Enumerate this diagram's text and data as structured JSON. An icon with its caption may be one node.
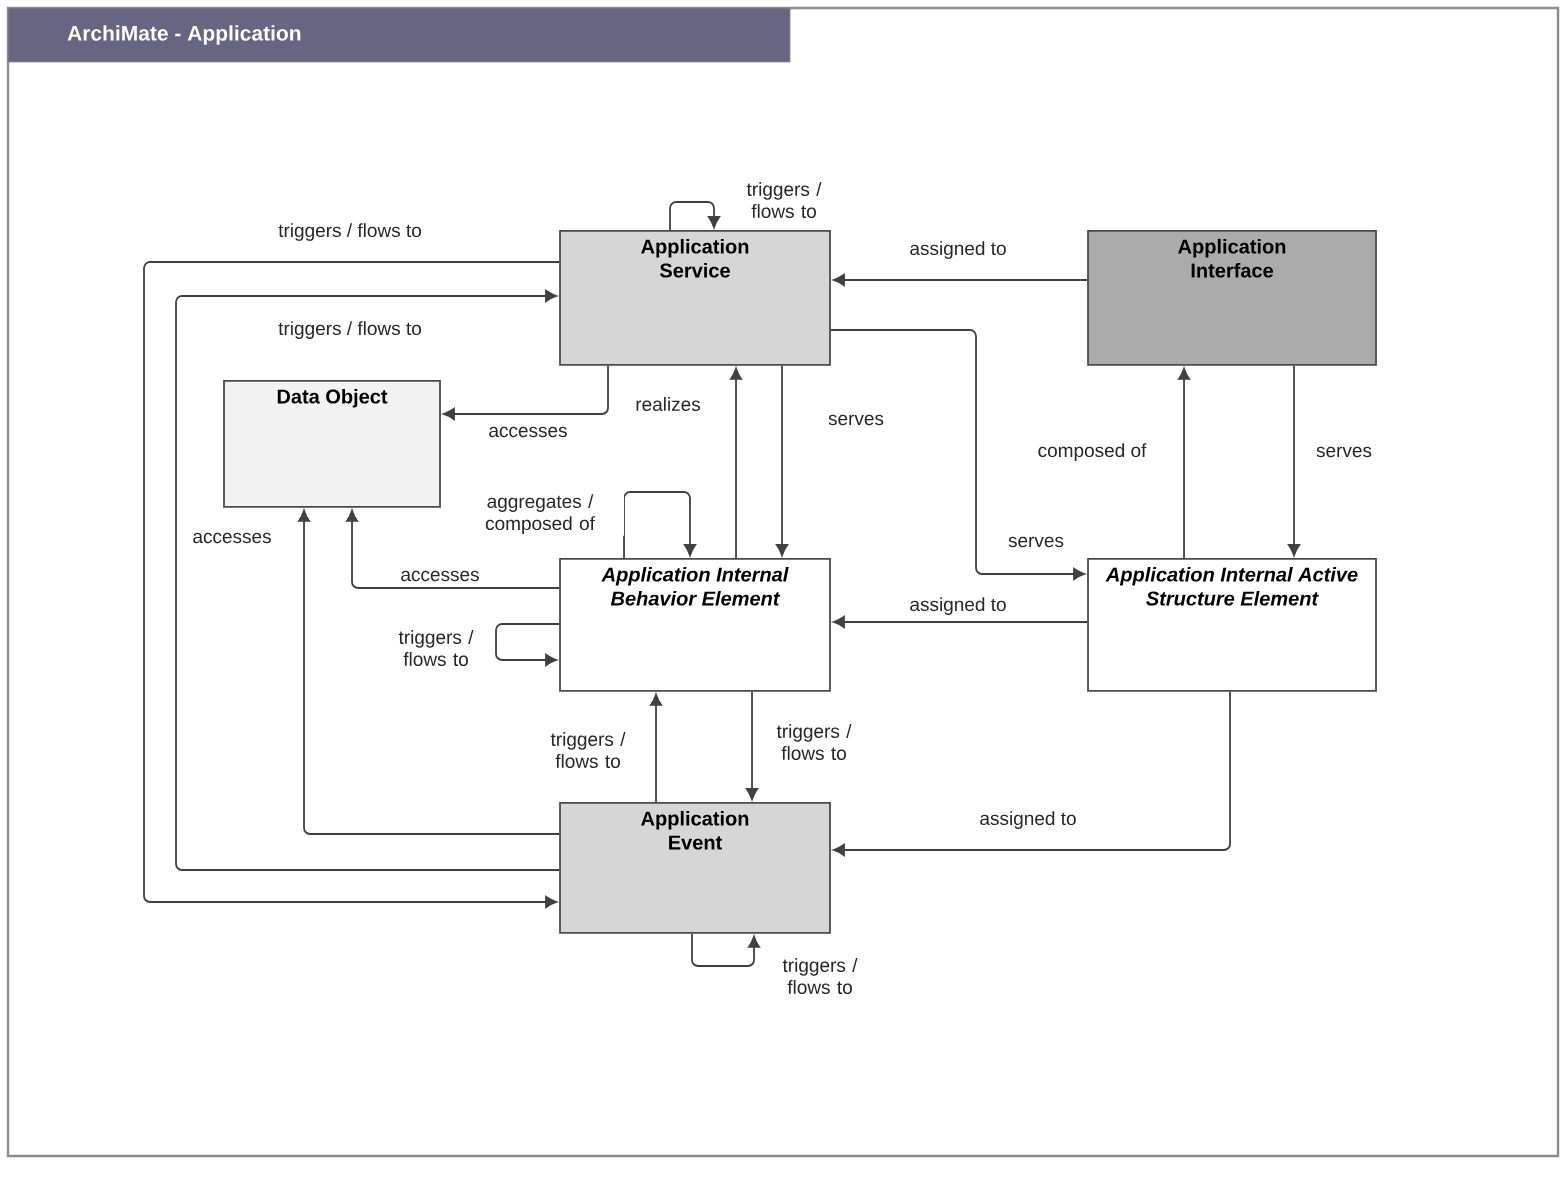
{
  "diagram": {
    "title": "ArchiMate - Application",
    "nodes": [
      {
        "text": [
          "Application Service"
        ]
      },
      {
        "text": [
          "Application Interface"
        ]
      },
      {
        "text": [
          "Data Object"
        ]
      },
      {
        "text": [
          "Application Internal Behavior Element"
        ]
      },
      {
        "text": [
          "Application Internal Active Structure Element"
        ]
      },
      {
        "text": [
          "Application Event"
        ]
      }
    ],
    "edges": [
      {
        "from": 0,
        "to": 0,
        "arrow": "to",
        "label": "triggers / flows to"
      },
      {
        "from": 0,
        "to": 5,
        "arrow": "to",
        "label": "triggers / flows to"
      },
      {
        "from": 5,
        "to": 0,
        "arrow": "to",
        "label": "triggers / flows to"
      },
      {
        "from": 1,
        "to": 0,
        "arrow": "to",
        "label": "assigned to"
      },
      {
        "from": 0,
        "to": 2,
        "arrow": "to",
        "label": "accesses"
      },
      {
        "from": 3,
        "to": 0,
        "arrow": "to",
        "label": "realizes"
      },
      {
        "from": 0,
        "to": 3,
        "arrow": "to",
        "label": "serves"
      },
      {
        "from": 0,
        "to": 4,
        "arrow": "to",
        "label": "serves"
      },
      {
        "from": 4,
        "to": 1,
        "arrow": "to",
        "label": "composed of"
      },
      {
        "from": 1,
        "to": 4,
        "arrow": "to",
        "label": "serves"
      },
      {
        "from": 4,
        "to": 3,
        "arrow": "to",
        "label": "assigned to"
      },
      {
        "from": 3,
        "to": 3,
        "arrow": "to",
        "label": "aggregates / composed of"
      },
      {
        "from": 3,
        "to": 2,
        "arrow": "to",
        "label": "accesses"
      },
      {
        "from": 3,
        "to": 3,
        "arrow": "to",
        "label": "triggers / flows to"
      },
      {
        "from": 5,
        "to": 3,
        "arrow": "to",
        "label": "triggers / flows to"
      },
      {
        "from": 3,
        "to": 5,
        "arrow": "to",
        "label": "triggers / flows to"
      },
      {
        "from": 5,
        "to": 2,
        "arrow": "to",
        "label": "accesses"
      },
      {
        "from": 4,
        "to": 5,
        "arrow": "to",
        "label": "assigned to"
      },
      {
        "from": 5,
        "to": 5,
        "arrow": "to",
        "label": "triggers / flows to"
      }
    ]
  }
}
